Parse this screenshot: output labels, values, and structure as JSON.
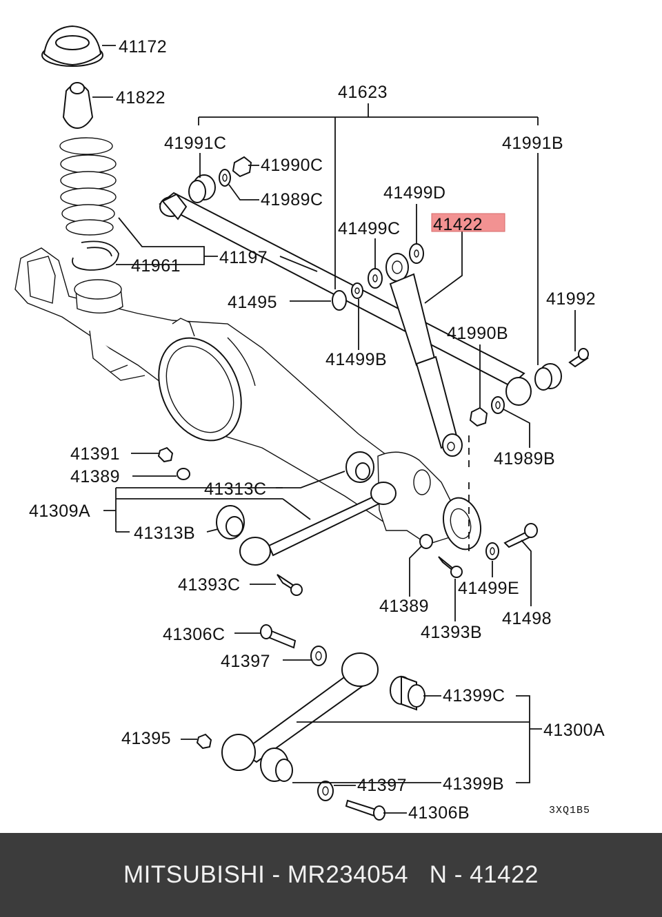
{
  "diagram": {
    "labels": {
      "p41172": "41172",
      "p41822": "41822",
      "p41623": "41623",
      "p41991c": "41991C",
      "p41991b": "41991B",
      "p41990c": "41990C",
      "p41989c": "41989C",
      "p41499d": "41499D",
      "p41499c": "41499C",
      "p41422": "41422",
      "p41961": "41961",
      "p41197": "41197",
      "p41495": "41495",
      "p41992": "41992",
      "p41499b": "41499B",
      "p41990b": "41990B",
      "p41989b": "41989B",
      "p41391": "41391",
      "p41389a": "41389",
      "p41313c": "41313C",
      "p41309a": "41309A",
      "p41313b": "41313B",
      "p41393c": "41393C",
      "p41389b": "41389",
      "p41499e": "41499E",
      "p41498": "41498",
      "p41393b": "41393B",
      "p41306c": "41306C",
      "p41397a": "41397",
      "p41399c": "41399C",
      "p41300a": "41300A",
      "p41395": "41395",
      "p41399b": "41399B",
      "p41397b": "41397",
      "p41306b": "41306B"
    },
    "diagram_code": "3XQ1B5",
    "highlight_color": "#f08080"
  },
  "footer": {
    "text": "MITSUBISHI - MR234054   N - 41422"
  }
}
